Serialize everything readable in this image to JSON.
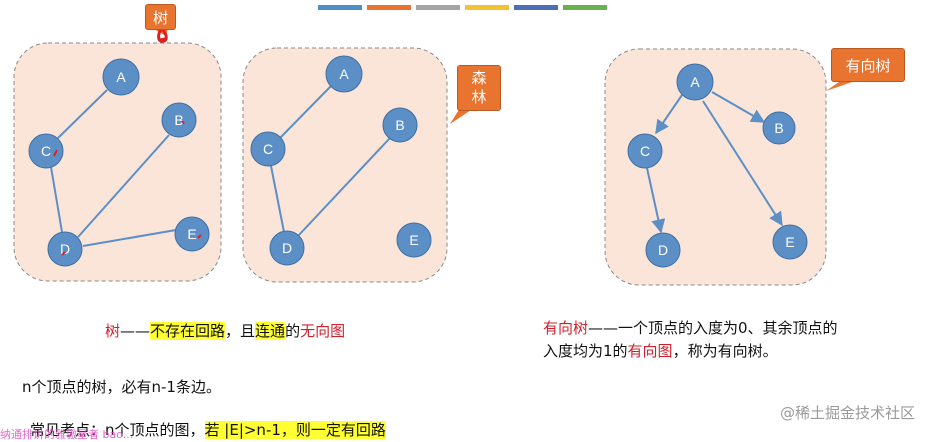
{
  "toolbar_colors": [
    "#4e8fc7",
    "#e8742f",
    "#a5a5a5",
    "#f2c234",
    "#4a6fb8",
    "#6ab04c"
  ],
  "tree": {
    "callout": "树",
    "nodes": {
      "A": "A",
      "B": "B",
      "C": "C",
      "D": "D",
      "E": "E"
    }
  },
  "forest": {
    "callout_line1": "森",
    "callout_line2": "林",
    "nodes": {
      "A": "A",
      "B": "B",
      "C": "C",
      "D": "D",
      "E": "E"
    }
  },
  "directed_tree": {
    "callout": "有向树",
    "nodes": {
      "A": "A",
      "B": "B",
      "C": "C",
      "D": "D",
      "E": "E"
    }
  },
  "definitions": {
    "tree_term": "树",
    "tree_dash": "——",
    "tree_hl1": "不存在回路",
    "tree_mid": "，且",
    "tree_hl2": "连通",
    "tree_of": "的",
    "tree_undirected": "无向图",
    "dtree_term": "有向树",
    "dtree_rest1": "——一个顶点的入度为0、其余顶点的",
    "dtree_line2a": "入度均为1的",
    "dtree_line2b": "有向图",
    "dtree_line2c": "，称为有向树。"
  },
  "notes": {
    "edges_line": "n个顶点的树，必有n-1条边。",
    "exam_prefix": "常见考点：n个顶点的图，",
    "exam_hl": "若 |E|>n-1，则一定有回路",
    "watermark_left": "纳通排讲的雅傲星者 bao..."
  },
  "watermark": "@稀土掘金技术社区"
}
